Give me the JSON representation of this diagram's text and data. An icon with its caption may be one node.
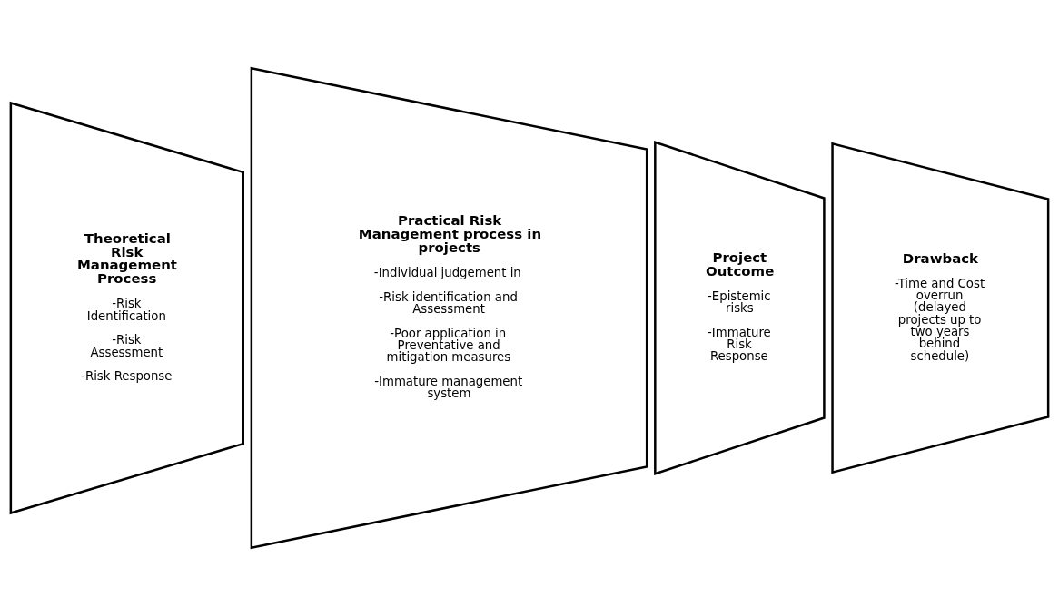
{
  "diagram": {
    "nodes": [
      {
        "text": [
          "Theoretical Risk Management Process",
          "-Risk Identification",
          "-Risk Assessment",
          "-Risk Response"
        ]
      },
      {
        "text": [
          "Practical Risk Management process in projects",
          "-Individual judgement in",
          "-Risk identification and Assessment",
          "-Poor application in Preventative and mitigation measures",
          "-Immature management system"
        ]
      },
      {
        "text": [
          "Project Outcome",
          "-Epistemic risks",
          "-Immature Risk Response"
        ]
      },
      {
        "text": [
          "Drawback",
          "-Time and Cost overrun (delayed projects up to two years behind schedule)"
        ]
      }
    ]
  }
}
